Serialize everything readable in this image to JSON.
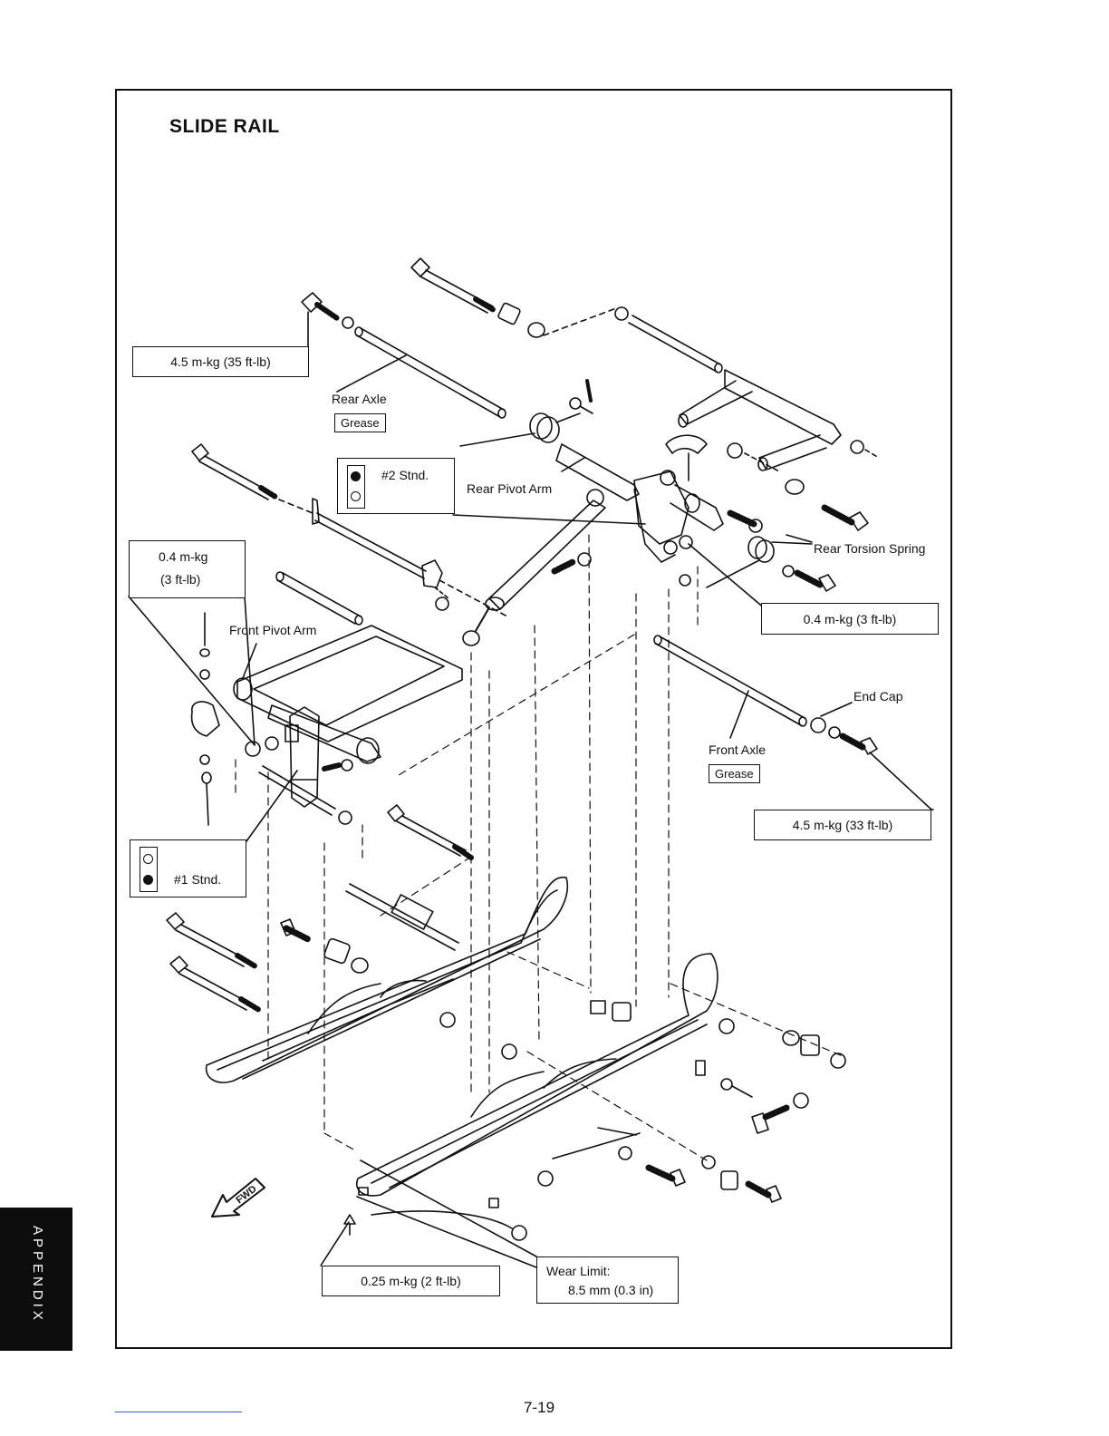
{
  "title": "SLIDE RAIL",
  "labels": {
    "rear_axle": "Rear Axle",
    "rear_pivot_arm": "Rear Pivot Arm",
    "rear_torsion_spring": "Rear Torsion Spring",
    "front_pivot_arm": "Front Pivot Arm",
    "end_cap": "End Cap",
    "front_axle": "Front Axle"
  },
  "grease_label": "Grease",
  "torques": {
    "rear_axle_bolt": "4.5 m-kg (35 ft-lb)",
    "front_pivot_bolt_line1": "0.4 m-kg",
    "front_pivot_bolt_line2": "(3 ft-lb)",
    "rear_pivot_bolt": "0.4 m-kg (3 ft-lb)",
    "front_axle_bolt": "4.5 m-kg (33 ft-lb)",
    "slider_screw": "0.25 m-kg (2 ft-lb)"
  },
  "standards": {
    "no1": "#1 Stnd.",
    "no2": "#2 Stnd."
  },
  "wear_limit": {
    "line1": "Wear Limit:",
    "line2": "8.5 mm (0.3 in)"
  },
  "fwd_label": "FWD",
  "side_tab": "APPENDIX",
  "page_number": "7-19"
}
